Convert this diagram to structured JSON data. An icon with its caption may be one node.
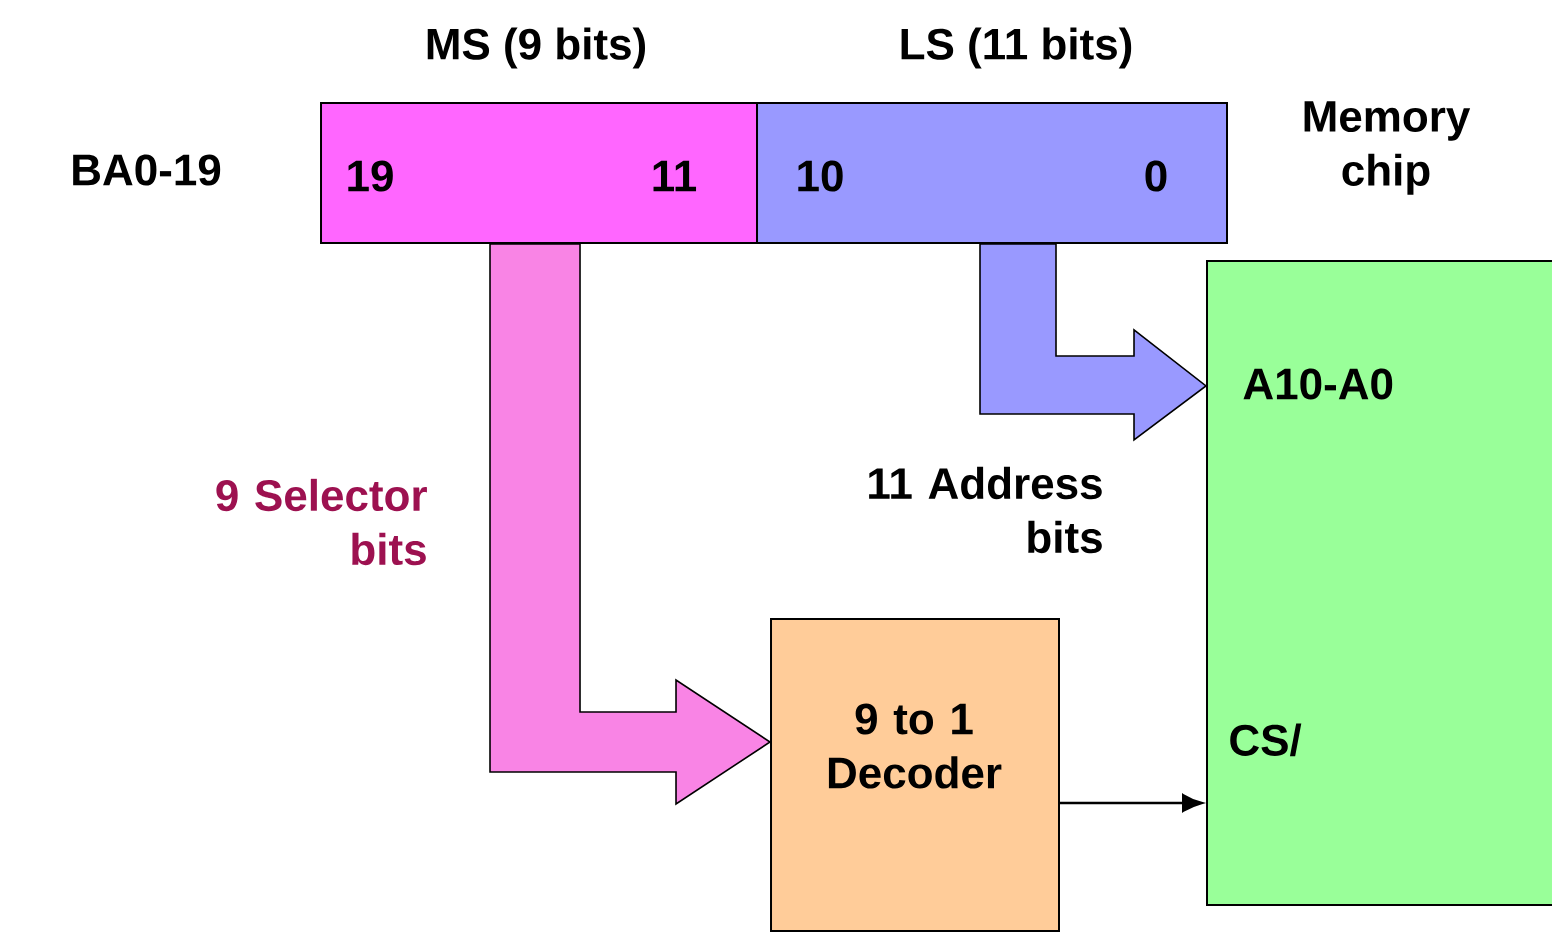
{
  "diagram": {
    "nodes": [
      {
        "text": [
          "MS (9 bits)",
          "19",
          "11"
        ]
      },
      {
        "text": [
          "LS (11 bits)",
          "10",
          "0"
        ]
      },
      {
        "text": [
          "Memory chip",
          "A10-A0",
          "CS/"
        ]
      },
      {
        "text": [
          "9 to 1 Decoder"
        ]
      }
    ],
    "edges": [
      {
        "from": 0,
        "to": 3,
        "arrow": "to",
        "label": "9 Selector bits",
        "style": "thick",
        "color": "#f984e5"
      },
      {
        "from": 1,
        "to": 2,
        "arrow": "to",
        "label": "11 Address bits",
        "style": "thick",
        "color": "#9999ff"
      },
      {
        "from": 3,
        "to": 2,
        "arrow": "to"
      }
    ],
    "labels": [
      "BA0-19"
    ]
  }
}
